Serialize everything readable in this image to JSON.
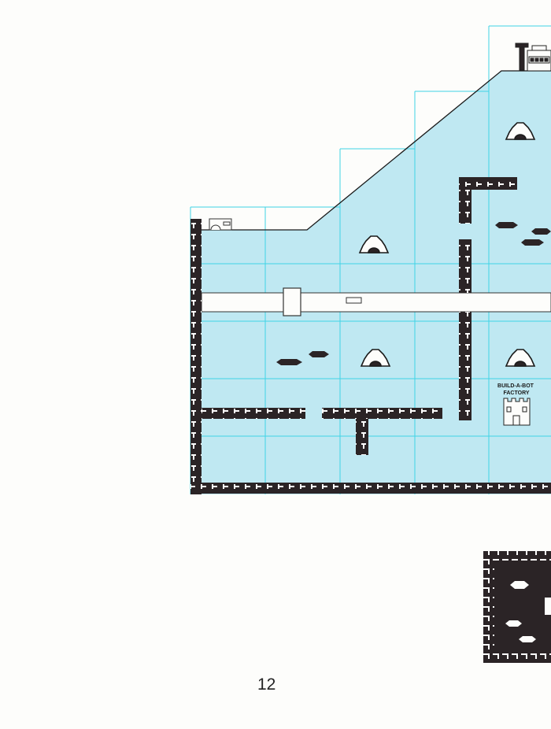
{
  "page": {
    "number": "12"
  },
  "map": {
    "factory_label_line1": "BUILD-A-BOT",
    "factory_label_line2": "FACTORY"
  },
  "colors": {
    "water": "#bfe8f2",
    "grid": "#3fd4e6",
    "wall": "#2b2426",
    "page": "#fdfdfb"
  }
}
